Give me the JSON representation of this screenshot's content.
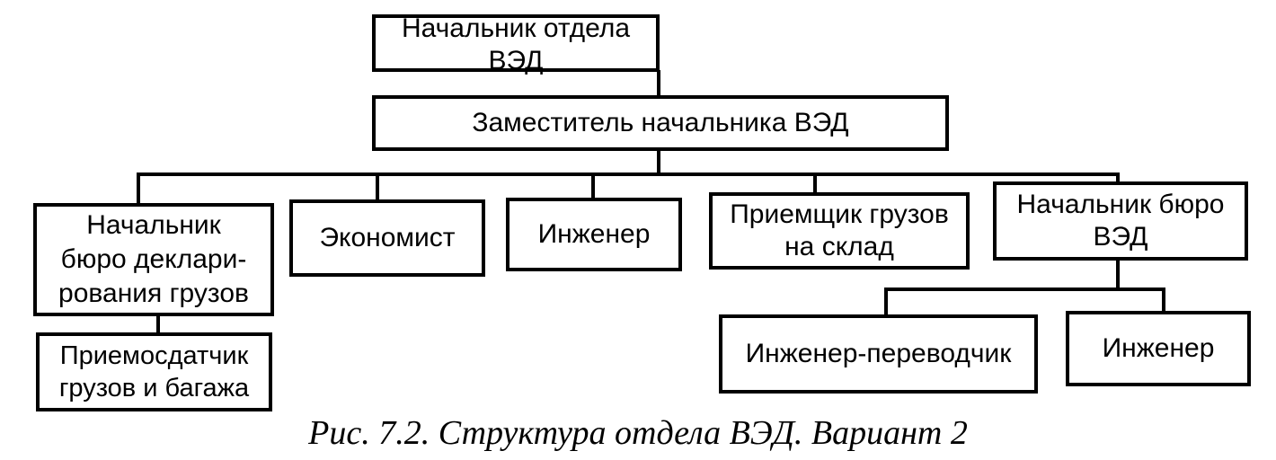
{
  "org_chart": {
    "head": "Начальник отдела ВЭД",
    "deputy": "Заместитель начальника ВЭД",
    "subordinates": [
      "Начальник\nбюро деклари-\nрования грузов",
      "Экономист",
      "Инженер",
      "Приемщик грузов\nна склад",
      "Начальник бюро\nВЭД"
    ],
    "declaration_bureau_staff": "Приемосдатчик\nгрузов и багажа",
    "ved_bureau_staff": [
      "Инженер-переводчик",
      "Инженер"
    ]
  },
  "caption": "Рис. 7.2. Структура отдела ВЭД. Вариант 2"
}
